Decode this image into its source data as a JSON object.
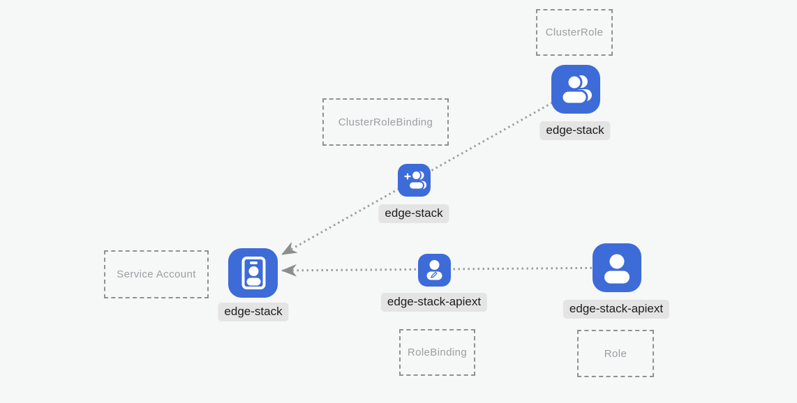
{
  "diagram": {
    "kind": "kubernetes-rbac-graph",
    "colors": {
      "background": "#f6f7f7",
      "node_blue": "#3d6bd8",
      "glyph_white": "#ffffff",
      "edge_gray": "#9e9e9e",
      "arrow_gray": "#8d8d8d",
      "box_border_gray": "#8f9193",
      "box_text_gray": "#9b9ea1",
      "label_bg": "#e4e4e4",
      "label_text": "#1c1c1c"
    },
    "boxes": [
      {
        "id": "clusterrole",
        "label": "ClusterRole"
      },
      {
        "id": "clusterrolebinding",
        "label": "ClusterRoleBinding"
      },
      {
        "id": "serviceaccount",
        "label": "Service Account"
      },
      {
        "id": "rolebinding",
        "label": "RoleBinding"
      },
      {
        "id": "role",
        "label": "Role"
      }
    ],
    "nodes": [
      {
        "id": "clusterrole-node",
        "type": "ClusterRole",
        "label": "edge-stack",
        "icon": "group-icon"
      },
      {
        "id": "clusterrolebinding-node",
        "type": "ClusterRoleBinding",
        "label": "edge-stack",
        "icon": "person-add-icon"
      },
      {
        "id": "serviceaccount-node",
        "type": "ServiceAccount",
        "label": "edge-stack",
        "icon": "badge-icon"
      },
      {
        "id": "rolebinding-node",
        "type": "RoleBinding",
        "label": "edge-stack-apiext",
        "icon": "person-edit-icon"
      },
      {
        "id": "role-node",
        "type": "Role",
        "label": "edge-stack-apiext",
        "icon": "person-icon"
      }
    ],
    "edges": [
      {
        "id": "clusterrolebinding-edge",
        "from": "clusterrole-node",
        "via": "clusterrolebinding-node",
        "to": "serviceaccount-node",
        "style": "dotted-arrow"
      },
      {
        "id": "rolebinding-edge",
        "from": "role-node",
        "via": "rolebinding-node",
        "to": "serviceaccount-node",
        "style": "dotted-arrow"
      }
    ]
  }
}
